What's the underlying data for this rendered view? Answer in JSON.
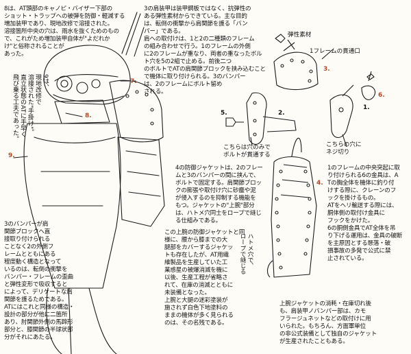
{
  "notes": {
    "n8": "8は、AT頭部のキャノピ・バイザー下部の\nショット・トラップへの被弾を防御・軽減する\n増加装甲であり、現地改修で溶接された。\n溶接箇所中央の穴は、雨水を抜くためのもの\nで、これがため増加装甲自体が\"よだれか\nけ\"と俗称されることが\nあった。",
    "n9": "9は、\n現地改修で\n溶接された\"手掛け\"。\n直立状態のATに手早く\n飛び乗る工夫であった。",
    "n3a": "3の肩装甲は装甲鋼板ではなく、抗弾性の\nある弾性素材からできている。主な目的\nは、転倒の衝撃から肩関節を護る「バン\nパー」である。\n肩への取付けは、1と2の二種類のフレーム\nの組み合わせで行う。1のフレームの外側\nに2のフレームが重なり、両者の重なったボル\nト穴を5の2組で止める。前後二つ\nのボルトでATの肩関節ブロックを挟み込むこと\nで機体に取り付けられる。3のバンパー\nは、2のフレームにボルト留め\nされる。",
    "n4": "4の防御ジャケットは、2のフレー\nムと3のバンパーの間に挟んで、\nボルトで固定する。肩関節ブロッ\nクの膨張や取付け穴に砂塵や泥\nが侵入するのを抑制する機能を\nもつ。ジャケットの\"上腕\"部分\nは、ハトメ穴同士をロープで縫じ\nる仕組みである。",
    "n3b": "3のバンパーが肩\n関節ブロックへ直\n接取り付けられる\nことなく2の外側フ\nレームとともにある\n程度動く構造となって\nいるのは、転倒の衝撃を\nバンパー・フレームの歪曲\nと弾性変形で吸収すると\nによって、デリケートな肩\n関節を護るためである。\nATにはこれと同様の構造・\n設計の部分が他に二箇所\nあり、肘関節外側の馬蹄形\n部分と、膝関節の半球状部\n分がそれにあたる。",
    "n_arm": "この上腕の防御ジャケットと同\n様に、腰から膝までの大\n腿部をカバーするジャケッ\nトも存在したが、AT用繊\n維製品を生産していた工\n業惑星の被爆消滅を機に\n以後、生産工程が省略さ\nれて、在庫の消滅とともに\n未装備となった。\n上腕と大腿の迷彩塗装が\n施されず白色下地塗料の\nままの機体が多く見られる\nのは、その名残である。",
    "n6": "1のフレームの中央突起に取\nり付けられる6の金具は、A\nTの胸全体を機体に釣り付\nけする際に、クレーンのフ\nックを掛けるもの。\nATをヘリ輸送する際には、\n胴体側の取付け金具に\nフックをかけた。\n6の胴側金具でAT全体を吊\nり下げる運用は、金具の破断\nを主原因とする懸落・破\n損事故の多発で公式に禁\n止されている。",
    "n_bottom": "上腕ジャケットの消耗・在庫切れ後\nも、肩装甲ノバンパー部は、カモ\nフラージュネットなどの取付けに用\nいられた。もちろん、方面軍単位\nの非公式装備として独自のジャケット\nが生産されたこともある。"
  },
  "labels": {
    "elastic": "弾性素材",
    "frame_hole": "1フレームの貫通口",
    "hole_only": "こちらは穴のみで\nボルトが貫通する",
    "screw_hole": "こちらの穴に\nネジ切り",
    "grommet": "ハトメ穴で、\nロープで縫じる"
  },
  "numbers": {
    "n1": "1.",
    "n2": "2.",
    "n3": "3.",
    "n4": "4.",
    "n5": "5.",
    "n6": "6.",
    "n7": "7.",
    "n8": "8.",
    "n9": "9."
  }
}
